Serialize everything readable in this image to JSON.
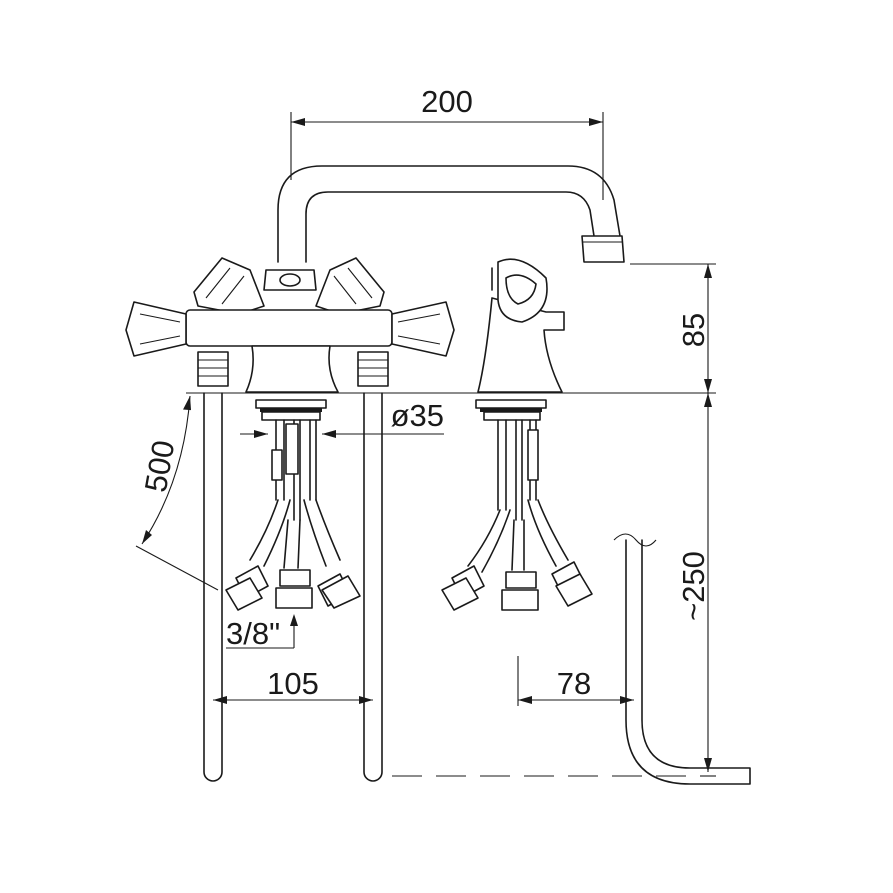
{
  "dimensions": {
    "spout_reach": "200",
    "body_height": "85",
    "base_diameter": "ø35",
    "hose_length": "500",
    "pipe_length": "~250",
    "connection_thread": "3/8\"",
    "pipe_spacing": "105",
    "outlet_offset": "78"
  },
  "colors": {
    "line": "#1a1a1a",
    "background": "#ffffff"
  }
}
